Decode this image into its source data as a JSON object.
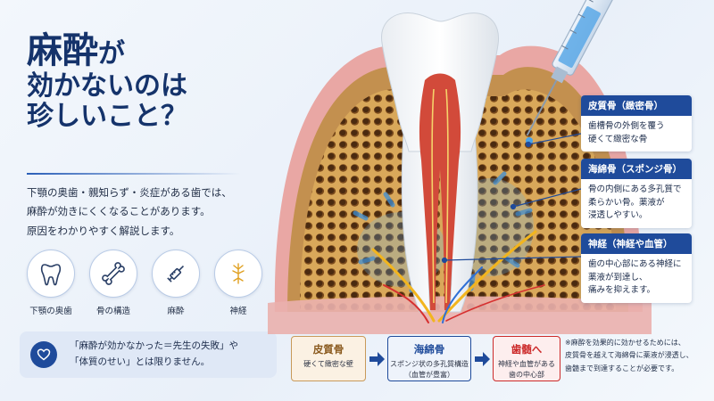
{
  "title": {
    "line1": "麻酔",
    "line1b": "が",
    "line2": "効かないのは",
    "line3": "珍しいこと？"
  },
  "description": [
    "下顎の奥歯・親知らず・炎症がある歯では、",
    "麻酔が効きにくくなることがあります。",
    "原因をわかりやすく解説します。"
  ],
  "icons": [
    {
      "label": "下顎の奥歯",
      "icon": "tooth-icon"
    },
    {
      "label": "骨の構造",
      "icon": "bone-icon"
    },
    {
      "label": "麻酔",
      "icon": "syringe-icon"
    },
    {
      "label": "神経",
      "icon": "nerve-icon"
    }
  ],
  "notice": {
    "icon": "heart-icon",
    "line1": "「麻酔が効かなかった＝先生の失敗」や",
    "line2": "「体質のせい」とは限りません。"
  },
  "labels": [
    {
      "title": "皮質骨（緻密骨）",
      "lines": [
        "歯槽骨の外側を覆う",
        "硬くて緻密な骨"
      ]
    },
    {
      "title": "海綿骨（スポンジ骨）",
      "lines": [
        "骨の内側にある多孔質で",
        "柔らかい骨。薬液が",
        "浸透しやすい。"
      ]
    },
    {
      "title": "神経（神経や血管）",
      "lines": [
        "歯の中心部にある神経に",
        "薬液が到達し、",
        "痛みを抑えます。"
      ]
    }
  ],
  "flow": [
    {
      "title": "皮質骨",
      "sub": [
        "硬くて緻密な壁"
      ]
    },
    {
      "title": "海綿骨",
      "sub": [
        "スポンジ状の多孔質構造",
        "（血管が豊富）"
      ]
    },
    {
      "title": "歯髄へ",
      "sub": [
        "神経や血管がある",
        "歯の中心部"
      ]
    }
  ],
  "footnote": [
    "※麻酔を効果的に効かせるためには、",
    "皮質骨を越えて海綿骨に薬液が浸透し、",
    "歯髄まで到達することが必要です。"
  ],
  "colors": {
    "navy": "#1f4b9b",
    "title": "#15336b",
    "cortical": "#b8864a",
    "gum": "#e5a0a0",
    "nerve": "#f0b21c",
    "anesthetic": "#4a9be0",
    "pulp_red": "#cc2a2a"
  }
}
